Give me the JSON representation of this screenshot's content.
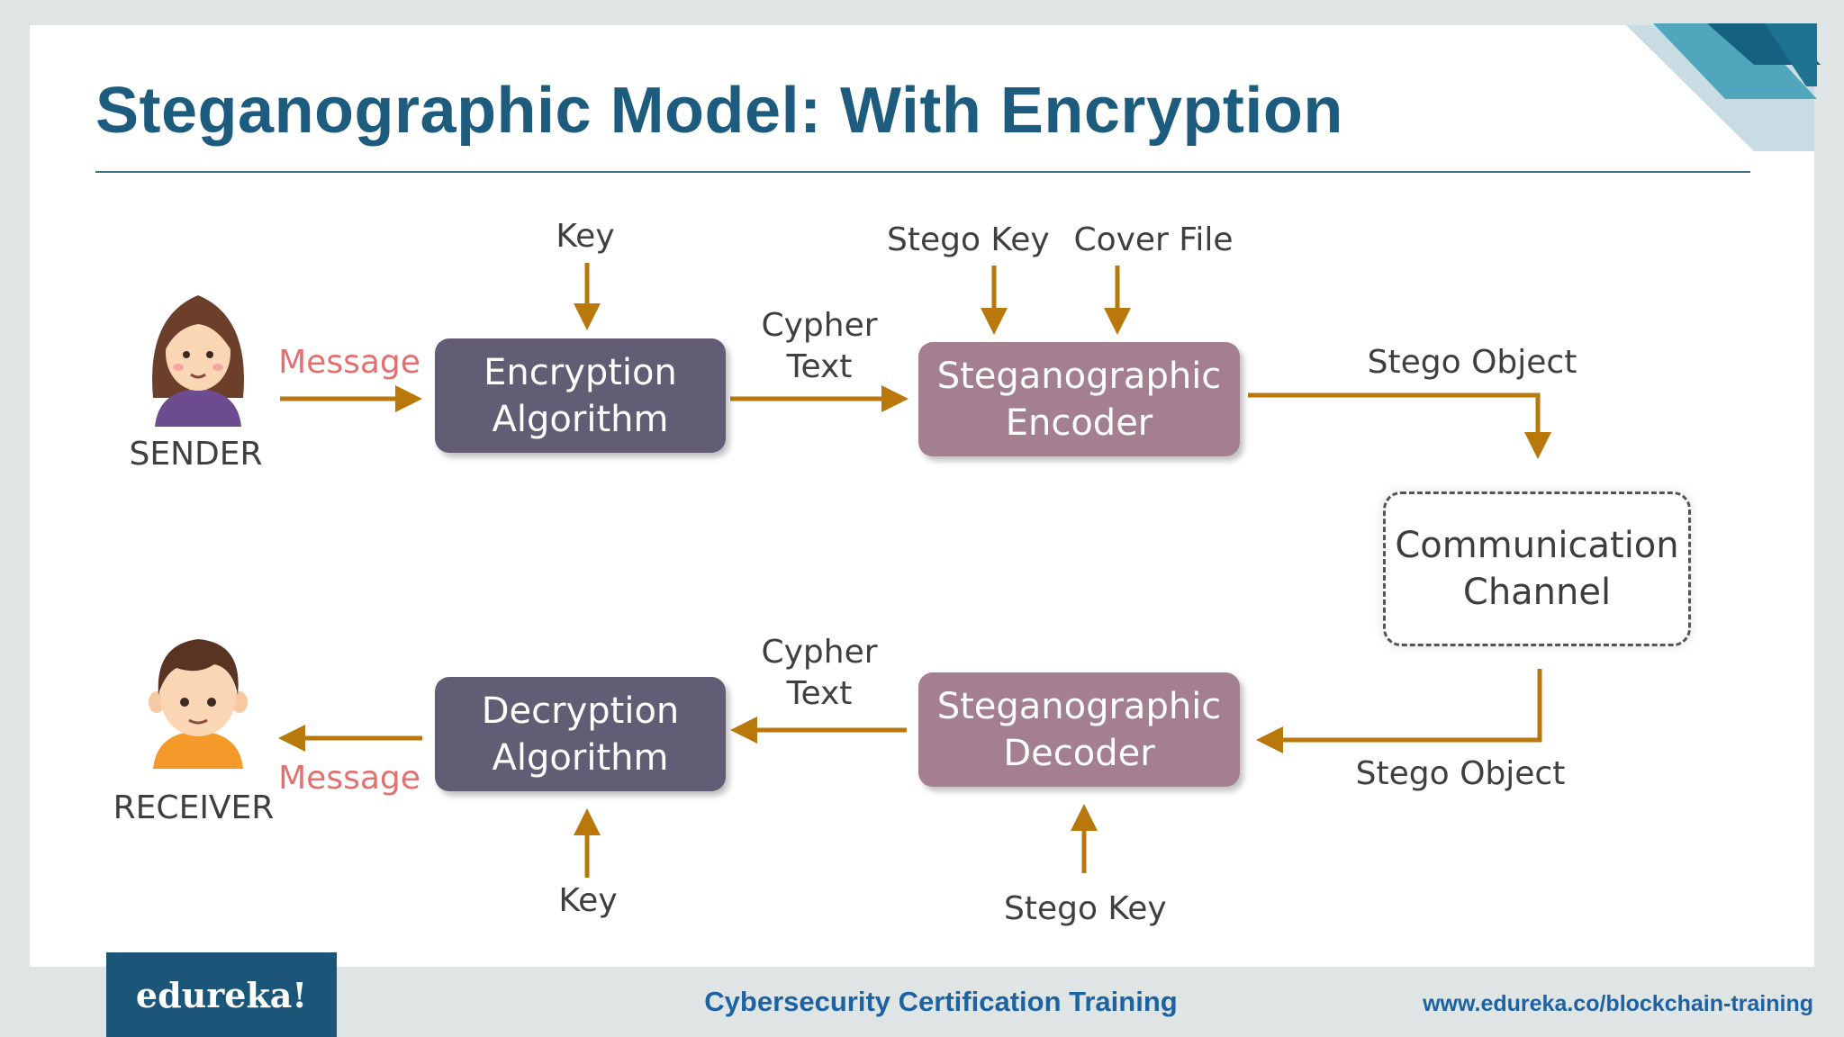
{
  "title": "Steganographic Model: With Encryption",
  "sender": {
    "label": "SENDER",
    "message": "Message"
  },
  "receiver": {
    "label": "RECEIVER",
    "message": "Message"
  },
  "encryption": {
    "key": "Key",
    "box": [
      "Encryption",
      "Algorithm"
    ],
    "output": [
      "Cypher",
      "Text"
    ]
  },
  "encoder": {
    "stego_key": "Stego Key",
    "cover_file": "Cover File",
    "box": [
      "Steganographic",
      "Encoder"
    ],
    "output": "Stego Object"
  },
  "channel": [
    "Communication",
    "Channel"
  ],
  "decoder": {
    "input": "Stego Object",
    "box": [
      "Steganographic",
      "Decoder"
    ],
    "stego_key": "Stego Key",
    "output": [
      "Cypher",
      "Text"
    ]
  },
  "decryption": {
    "box": [
      "Decryption",
      "Algorithm"
    ],
    "key": "Key"
  },
  "footer": {
    "logo": "edureka!",
    "course": "Cybersecurity Certification Training",
    "url": "www.edureka.co/blockchain-training"
  },
  "colors": {
    "title": "#1d5c7e",
    "arrow": "#b8780c",
    "algorithm_box": "#625d75",
    "steg_box": "#a37f90",
    "message_text": "#e46f6f",
    "footer_text": "#1d63a3",
    "logo_bg": "#1b5577"
  },
  "icons": [
    "female-avatar-icon",
    "male-avatar-icon",
    "corner-stripes-decoration"
  ]
}
